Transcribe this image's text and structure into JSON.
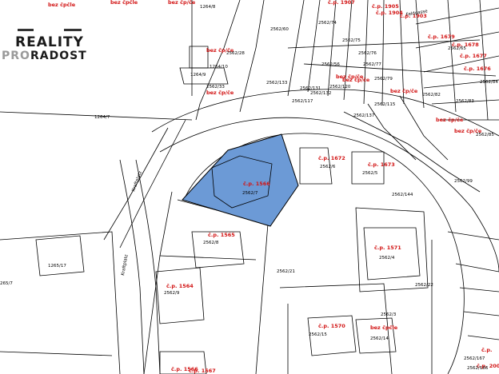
{
  "logo": {
    "line1": "REALITY",
    "line2_a": "PRO",
    "line2_b": "RADOST"
  },
  "red_labels": [
    {
      "t": "bez čpčle"
    },
    {
      "t": "bez čpčle"
    },
    {
      "t": "bez čp/če"
    },
    {
      "t": "č.p. 1907"
    },
    {
      "t": "č.p. 1905"
    },
    {
      "t": "č.p. 1904"
    },
    {
      "t": "č.p. 1903"
    },
    {
      "t": "č.p. 1679"
    },
    {
      "t": "č.p. 1678"
    },
    {
      "t": "č.p. 1677"
    },
    {
      "t": "č.p. 1676"
    },
    {
      "t": "bez čp/če"
    },
    {
      "t": "bez čp/če"
    },
    {
      "t": "bez čp/če"
    },
    {
      "t": "bez čp/če"
    },
    {
      "t": "bez čp/če"
    },
    {
      "t": "bez čp/če"
    },
    {
      "t": "bez čp/če"
    },
    {
      "t": "č.p. 1672"
    },
    {
      "t": "č.p. 1673"
    },
    {
      "t": "č.p. 1566"
    },
    {
      "t": "č.p. 1565"
    },
    {
      "t": "č.p. 1564"
    },
    {
      "t": "č.p. 1566"
    },
    {
      "t": "č.p. 1571"
    },
    {
      "t": "č.p. 1570"
    },
    {
      "t": "bez čpčle"
    },
    {
      "t": "č.p. 1567"
    },
    {
      "t": "č.p. 2000"
    },
    {
      "t": "č.p."
    }
  ],
  "black_labels": [
    {
      "t": "1264/8"
    },
    {
      "t": "1264/10"
    },
    {
      "t": "2562/28"
    },
    {
      "t": "1264/9"
    },
    {
      "t": "2562/33"
    },
    {
      "t": "1264/7"
    },
    {
      "t": "2562/60"
    },
    {
      "t": "2562/74"
    },
    {
      "t": "2562/75"
    },
    {
      "t": "2562/76"
    },
    {
      "t": "2562/77"
    },
    {
      "t": "2562/133"
    },
    {
      "t": "2562/131"
    },
    {
      "t": "2562/132"
    },
    {
      "t": "2562/117"
    },
    {
      "t": "2562/79"
    },
    {
      "t": "2562/115"
    },
    {
      "t": "2562/137"
    },
    {
      "t": "2562/6"
    },
    {
      "t": "2562/5"
    },
    {
      "t": "2562/144"
    },
    {
      "t": "2562/7"
    },
    {
      "t": "2562/8"
    },
    {
      "t": "2562/21"
    },
    {
      "t": "2562/9"
    },
    {
      "t": "2562/4"
    },
    {
      "t": "2562/22"
    },
    {
      "t": "2562/3"
    },
    {
      "t": "2562/15"
    },
    {
      "t": "2562/14"
    },
    {
      "t": "1265/17"
    },
    {
      "t": "265/7"
    },
    {
      "t": "2562/65"
    },
    {
      "t": "2562/84"
    },
    {
      "t": "2562/85"
    },
    {
      "t": "2562/99"
    },
    {
      "t": "2562/83"
    },
    {
      "t": "2562/82"
    },
    {
      "t": "2562/56"
    },
    {
      "t": "2562/120"
    },
    {
      "t": "2562/167"
    },
    {
      "t": "2562/166"
    }
  ],
  "street_labels": [
    {
      "t": "Kraftplatz"
    },
    {
      "t": "Kraftplatz"
    },
    {
      "t": "Feldgasse"
    }
  ],
  "highlight_color": "#6c9ad6"
}
